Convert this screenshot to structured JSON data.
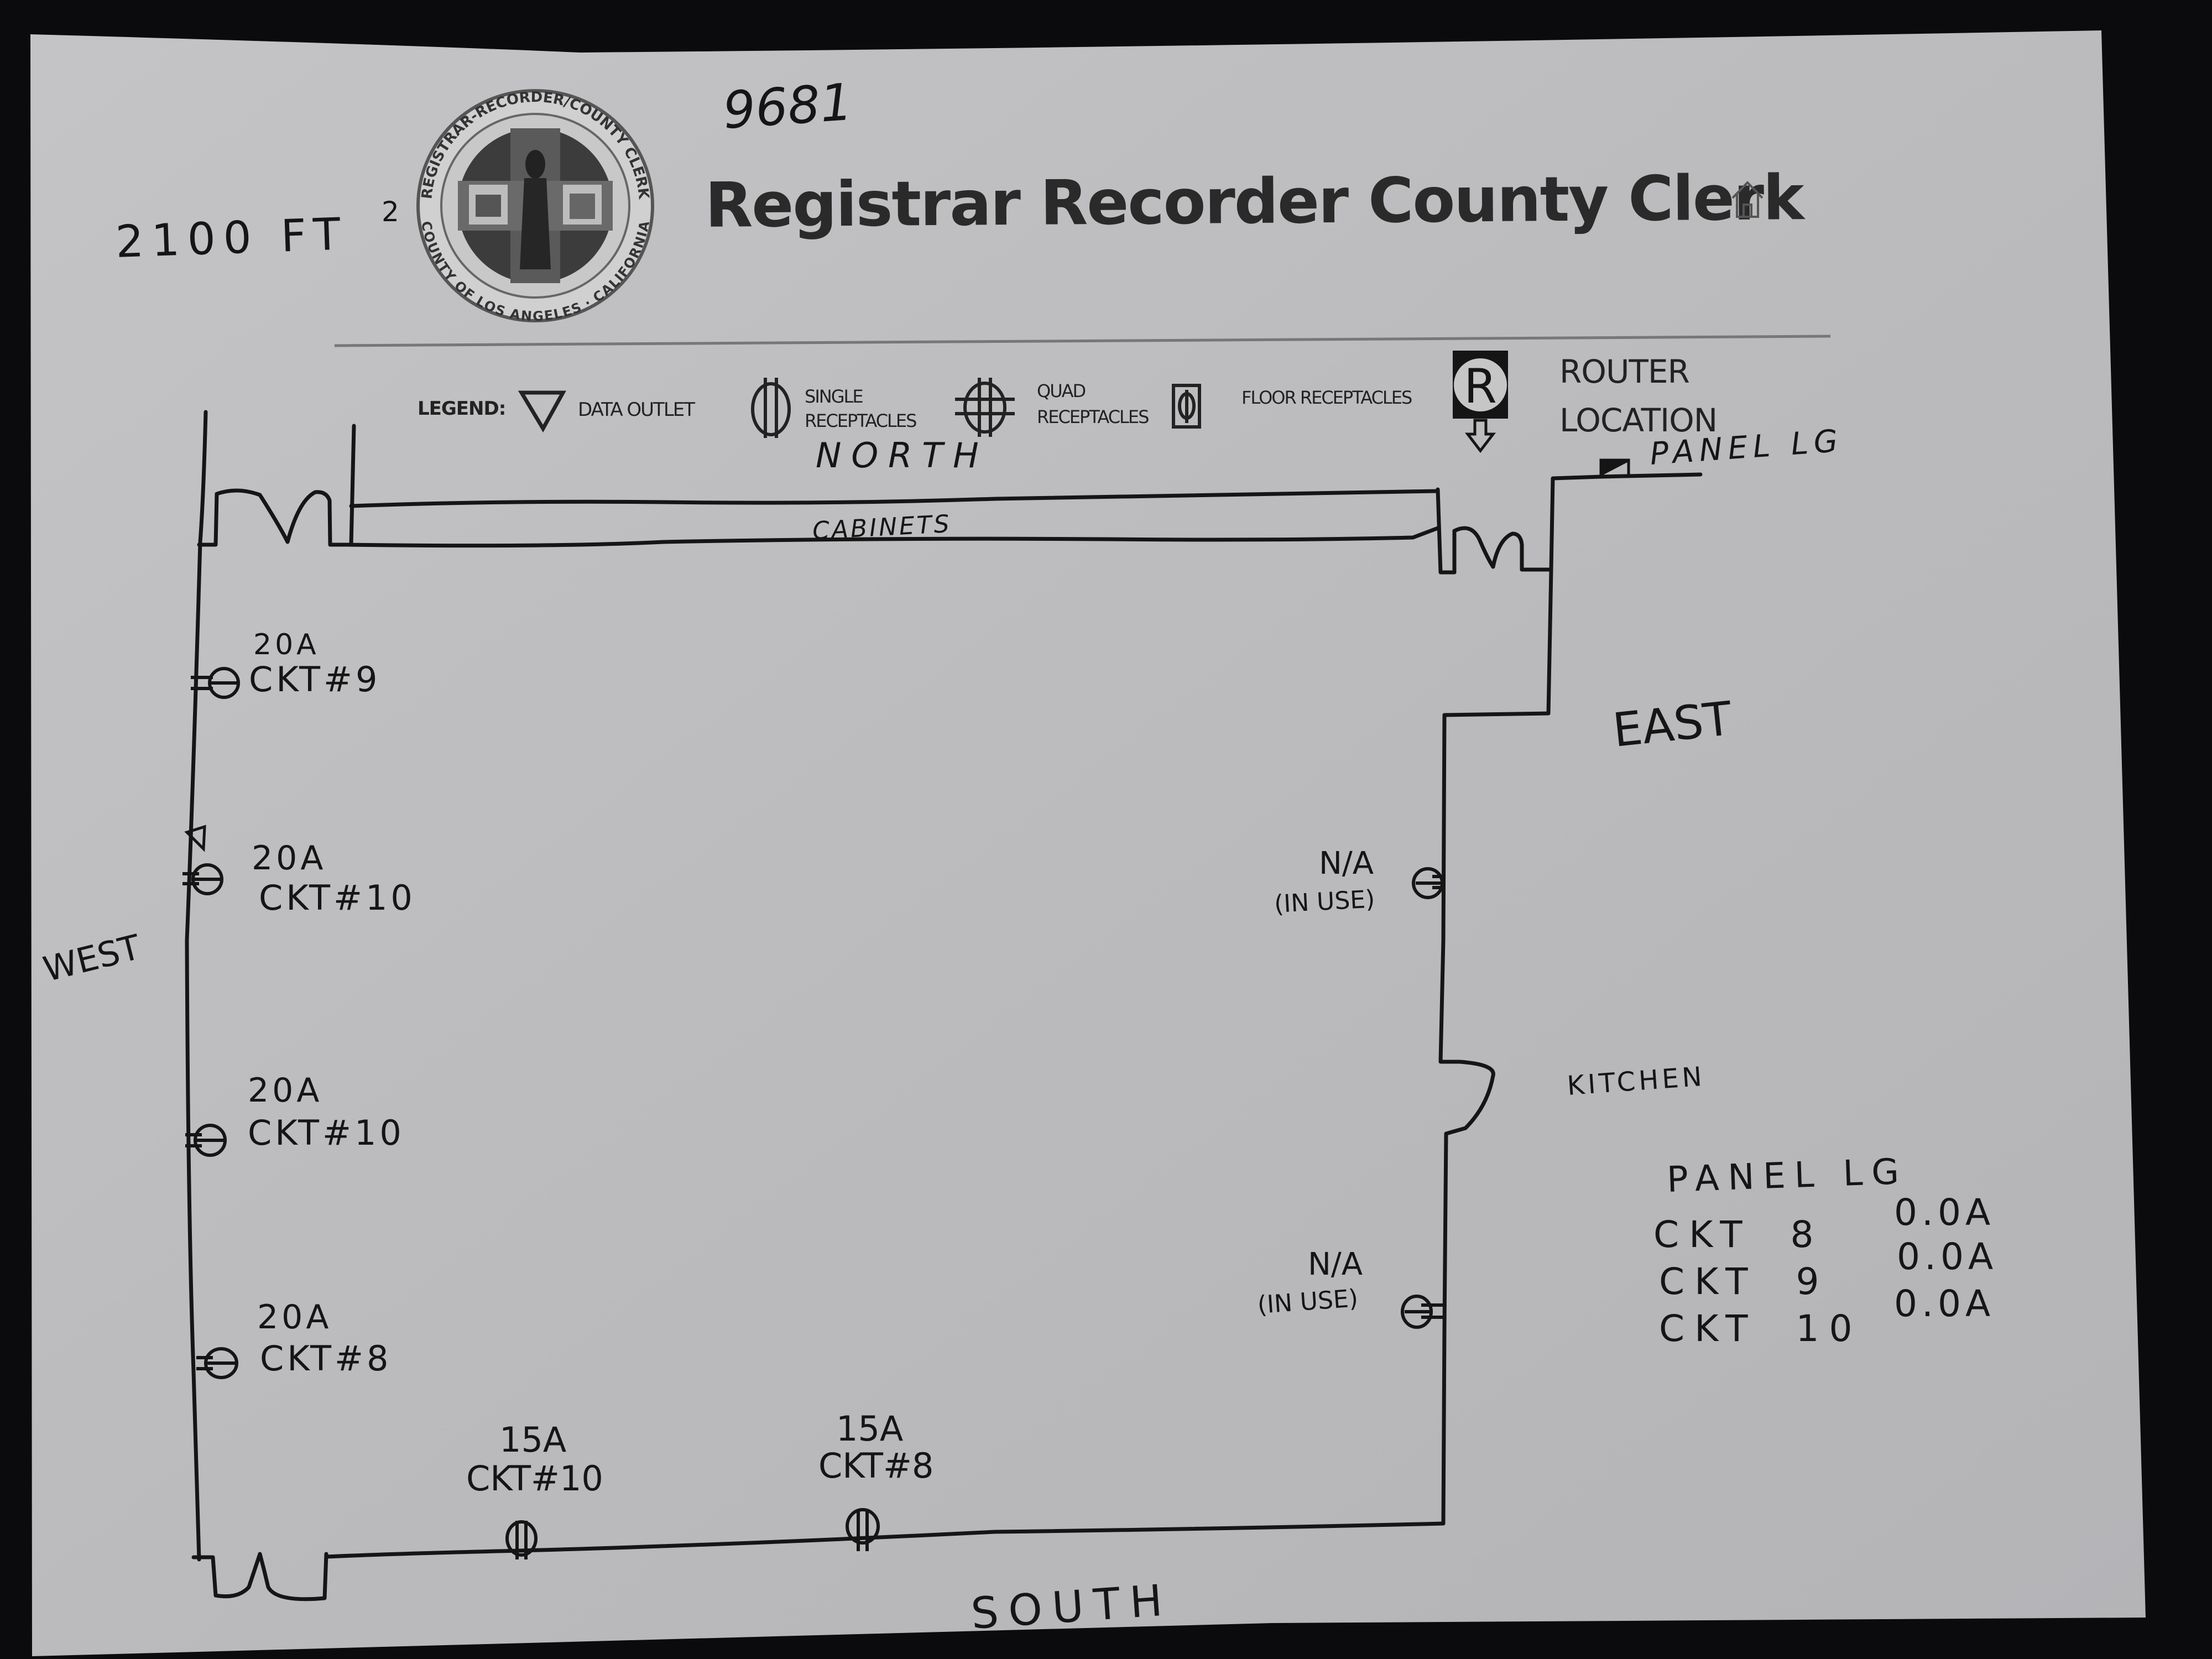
{
  "document": {
    "header": {
      "title": "Registrar Recorder County Clerk",
      "seal_text": "REGISTRAR-RECORDER/COUNTY CLERK · COUNTY OF LOS ANGELES · CALIFORNIA",
      "home_icon": "home-icon"
    },
    "annotations": {
      "reference_number": "9681",
      "area": "2100 FT",
      "area_superscript": "2"
    },
    "legend": {
      "label": "LEGEND:",
      "items": [
        {
          "icon": "data-outlet-triangle-icon",
          "label": "DATA OUTLET"
        },
        {
          "icon": "single-receptacle-icon",
          "label_line1": "SINGLE",
          "label_line2": "RECEPTACLES"
        },
        {
          "icon": "quad-receptacle-icon",
          "label_line1": "QUAD",
          "label_line2": "RECEPTACLES"
        },
        {
          "icon": "floor-receptacle-icon",
          "label": "FLOOR RECEPTACLES"
        },
        {
          "icon": "router-location-icon",
          "label_line1": "ROUTER",
          "label_line2": "LOCATION"
        }
      ]
    },
    "floor_plan": {
      "directions": {
        "north": "NORTH",
        "south": "SOUTH",
        "east": "EAST",
        "west": "WEST"
      },
      "rooms": {
        "cabinets": "CABINETS",
        "kitchen": "KITCHEN"
      },
      "panel_marker": "PANEL LG",
      "west_wall_receptacles": [
        {
          "amps": "20A",
          "circuit": "CKT#9"
        },
        {
          "amps": "20A",
          "circuit": "CKT#10"
        },
        {
          "amps": "20A",
          "circuit": "CKT#10"
        },
        {
          "amps": "20A",
          "circuit": "CKT#8"
        }
      ],
      "south_wall_receptacles": [
        {
          "amps": "15A",
          "circuit": "CKT#10"
        },
        {
          "amps": "15A",
          "circuit": "CKT#8"
        }
      ],
      "east_wall_receptacles": [
        {
          "status": "N/A",
          "note": "(IN USE)"
        },
        {
          "status": "N/A",
          "note": "(IN USE)"
        }
      ]
    },
    "panel_readings": {
      "title": "PANEL LG",
      "rows": [
        {
          "circuit": "CKT 8",
          "reading": "0.0A"
        },
        {
          "circuit": "CKT 9",
          "reading": "0.0A"
        },
        {
          "circuit": "CKT 10",
          "reading": "0.0A"
        }
      ]
    },
    "colors": {
      "paper": "#bdbdbf",
      "ink": "#151515",
      "background": "#0b0b0d"
    }
  }
}
